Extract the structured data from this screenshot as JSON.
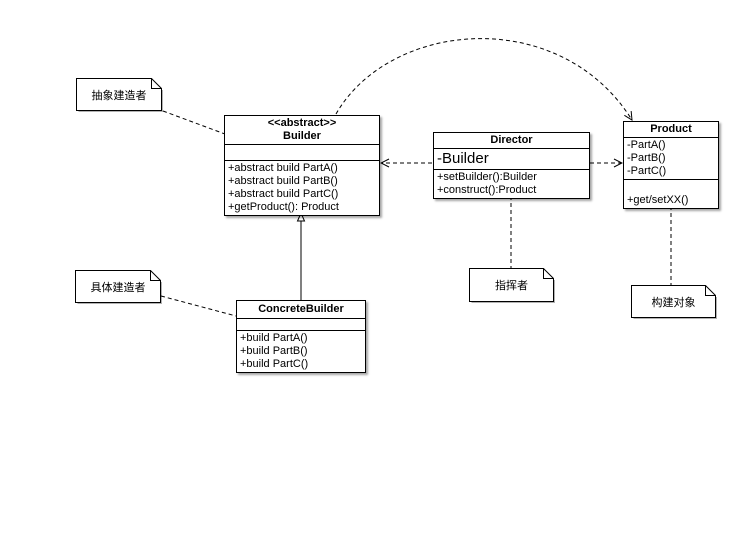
{
  "builder": {
    "stereotype": "<<abstract>>",
    "name": "Builder",
    "attributes": [],
    "methods": [
      "+abstract build PartA()",
      "+abstract build PartB()",
      "+abstract build PartC()",
      "+getProduct(): Product"
    ]
  },
  "director": {
    "name": "Director",
    "attributes": [
      "-Builder"
    ],
    "methods": [
      "+setBuilder():Builder",
      "+construct():Product"
    ]
  },
  "product": {
    "name": "Product",
    "attributes": [
      "-PartA()",
      "-PartB()",
      "-PartC()"
    ],
    "methods": [
      "+get/setXX()"
    ]
  },
  "concrete_builder": {
    "name": "ConcreteBuilder",
    "attributes": [],
    "methods": [
      "+build PartA()",
      "+build PartB()",
      "+build PartC()"
    ]
  },
  "notes": {
    "abstract_builder": "抽象建造者",
    "concrete_builder": "具体建造者",
    "director": "指挥者",
    "product": "构建对象"
  }
}
